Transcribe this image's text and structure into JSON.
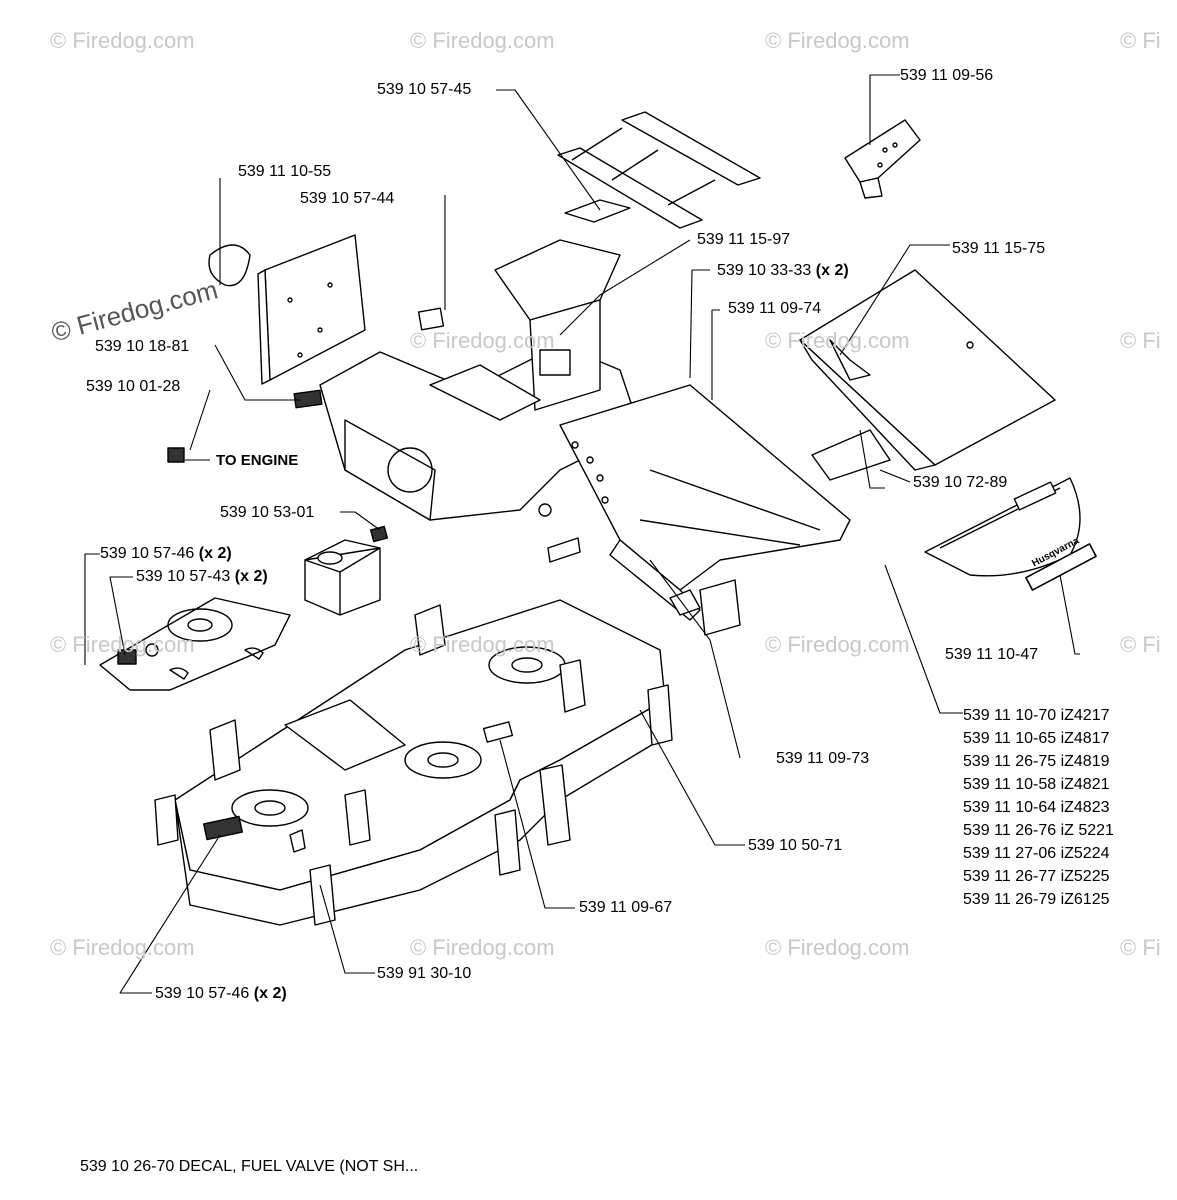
{
  "watermark": {
    "text": "© Firedog.com",
    "text_short": "© Fi"
  },
  "labels": {
    "p_57_45": "539 10 57-45",
    "p_09_56": "539 11 09-56",
    "p_10_55": "539 11 10-55",
    "p_57_44": "539 10 57-44",
    "p_15_97": "539 11 15-97",
    "p_33_33": "539 10 33-33",
    "p_33_33_qty": "(x 2)",
    "p_15_75": "539 11 15-75",
    "p_09_74": "539 11 09-74",
    "p_18_81": "539 10 18-81",
    "p_01_28": "539 10 01-28",
    "to_engine": "TO ENGINE",
    "p_72_89": "539 10 72-89",
    "p_53_01": "539 10 53-01",
    "p_57_46a": "539 10 57-46",
    "p_57_46a_qty": "(x 2)",
    "p_57_43": "539 10 57-43",
    "p_57_43_qty": "(x 2)",
    "p_10_47": "539 11 10-47",
    "p_09_73": "539 11 09-73",
    "p_50_71": "539 10 50-71",
    "p_09_67": "539 11 09-67",
    "p_30_10": "539 91 30-10",
    "p_57_46b": "539 10 57-46",
    "p_57_46b_qty": "(x 2)",
    "brand_decal": "Husqvarna"
  },
  "variant_list": [
    "539 11 10-70 iZ4217",
    "539 11 10-65 iZ4817",
    "539 11 26-75 iZ4819",
    "539 11 10-58 iZ4821",
    "539 11 10-64 iZ4823",
    "539 11 26-76 iZ 5221",
    "539 11 27-06 iZ5224",
    "539 11 26-77 iZ5225",
    "539 11 26-79 iZ6125"
  ],
  "footnote": "539 10 26-70 DECAL, FUEL VALVE (NOT SH..."
}
